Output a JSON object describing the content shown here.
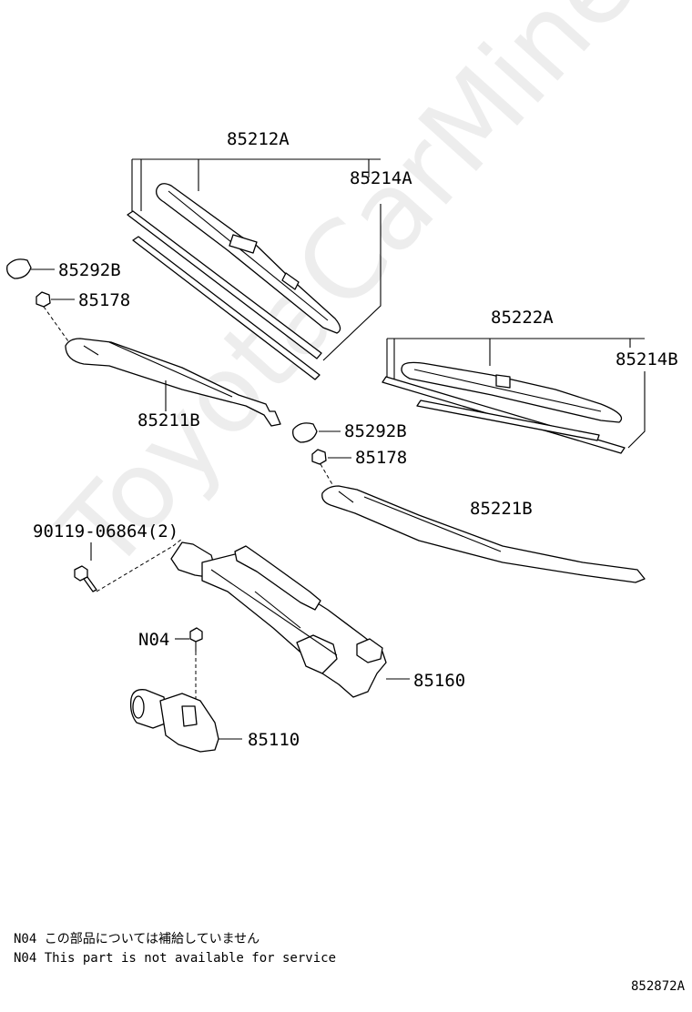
{
  "watermark": "ToyotaCarMine.ru",
  "labels": {
    "l_85212A": "85212A",
    "l_85214A": "85214A",
    "l_85292B_a": "85292B",
    "l_85178_a": "85178",
    "l_85211B": "85211B",
    "l_85222A": "85222A",
    "l_85214B": "85214B",
    "l_85292B_b": "85292B",
    "l_85178_b": "85178",
    "l_85221B": "85221B",
    "l_90119": "90119-06864(2)",
    "l_N04": "N04",
    "l_85160": "85160",
    "l_85110": "85110"
  },
  "notes": {
    "jp": "N04 この部品については補給していません",
    "en": "N04 This part is not available for service"
  },
  "diagram_id": "852872A"
}
